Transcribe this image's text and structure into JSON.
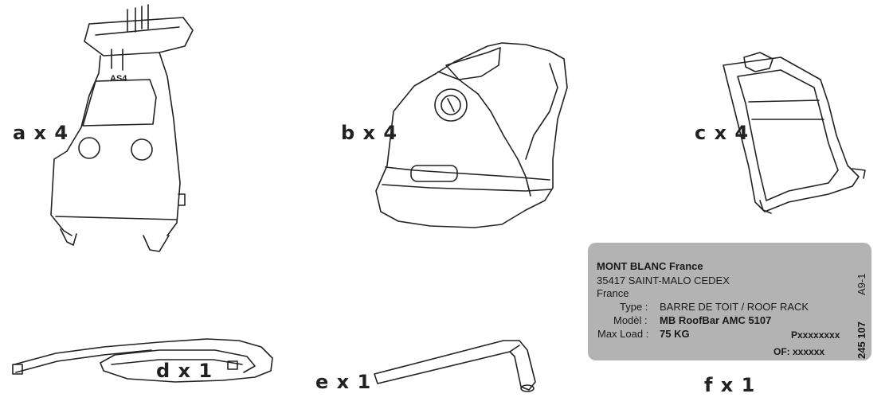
{
  "parts": {
    "a": {
      "label": "a x 4",
      "marking": "AS4"
    },
    "b": {
      "label": "b x 4"
    },
    "c": {
      "label": "c x 4"
    },
    "d": {
      "label": "d x 1"
    },
    "e": {
      "label": "e x 1"
    },
    "f": {
      "label": "f x 1"
    }
  },
  "plate": {
    "company": "MONT BLANC France",
    "address": "35417 SAINT-MALO CEDEX",
    "country": "France",
    "type_label": "Type :",
    "type_value": "BARRE DE TOIT / ROOF RACK",
    "model_label": "Modèl :",
    "model_value": "MB RoofBar AMC 5107",
    "load_label": "Max Load :",
    "load_value": "75 KG",
    "serial": "Pxxxxxxxx",
    "of": "OF: xxxxxx",
    "code_top": "A9-1",
    "code_bottom": "245 107"
  },
  "colors": {
    "plate": "#b3b3b3",
    "line": "#222222"
  }
}
